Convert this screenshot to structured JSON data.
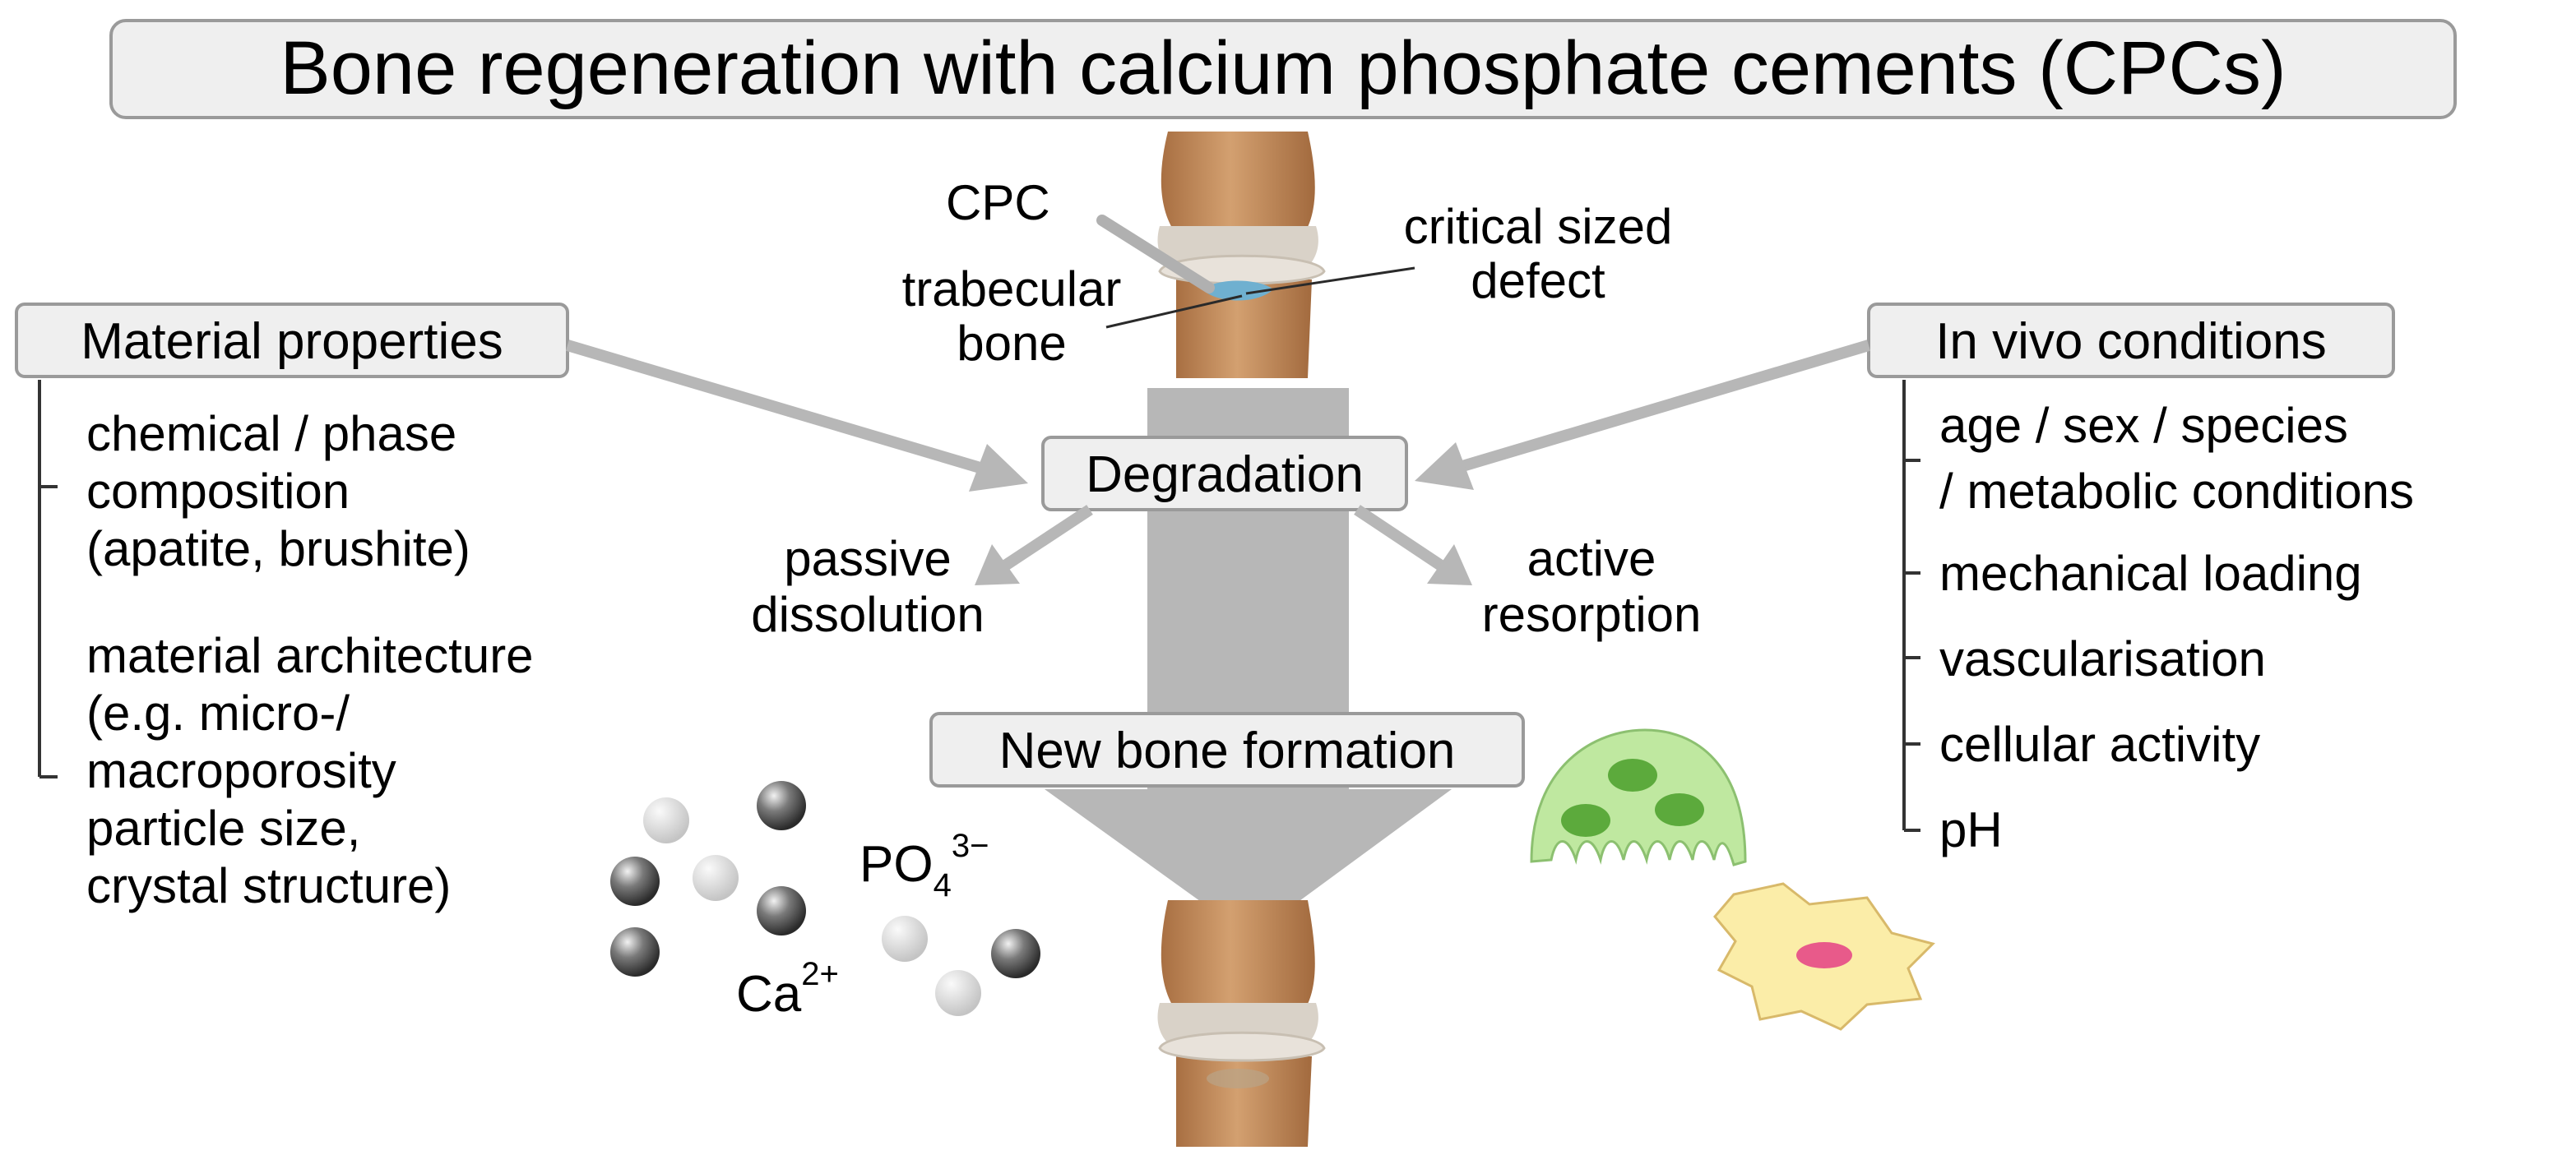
{
  "title": "Bone regeneration with calcium phosphate cements (CPCs)",
  "labels": {
    "cpc": "CPC",
    "trabecular_line1": "trabecular",
    "trabecular_line2": "bone",
    "defect_line1": "critical sized",
    "defect_line2": "defect"
  },
  "material_properties": {
    "heading": "Material properties",
    "items": [
      [
        "chemical / phase",
        "composition",
        "(apatite, brushite)"
      ],
      [
        "material architecture",
        "(e.g. micro-/",
        "macroporosity",
        "particle size,",
        "crystal structure)"
      ]
    ]
  },
  "in_vivo_conditions": {
    "heading": "In vivo conditions",
    "items": [
      [
        "age / sex / species",
        "/ metabolic conditions"
      ],
      [
        "mechanical loading"
      ],
      [
        "vascularisation"
      ],
      [
        "cellular activity"
      ],
      [
        "pH"
      ]
    ]
  },
  "degradation": {
    "label": "Degradation",
    "passive_line1": "passive",
    "passive_line2": "dissolution",
    "active_line1": "active",
    "active_line2": "resorption"
  },
  "new_bone_formation": "New bone formation",
  "ions": {
    "phosphate": "PO",
    "phosphate_sub": "4",
    "phosphate_sup": "3−",
    "calcium": "Ca",
    "calcium_sup": "2+"
  },
  "colors": {
    "box_fill": "#efefef",
    "box_stroke": "#9a9a9a",
    "arrow_gray": "#b7b7b7",
    "bone": "#c08a58",
    "cartilage": "#d9d2c8",
    "cpc_blue": "#6fb0d0",
    "osteoclast_green": "#bfe8a0",
    "osteoblast_yellow": "#fbeda8",
    "nucleus_pink": "#e85a8a"
  }
}
